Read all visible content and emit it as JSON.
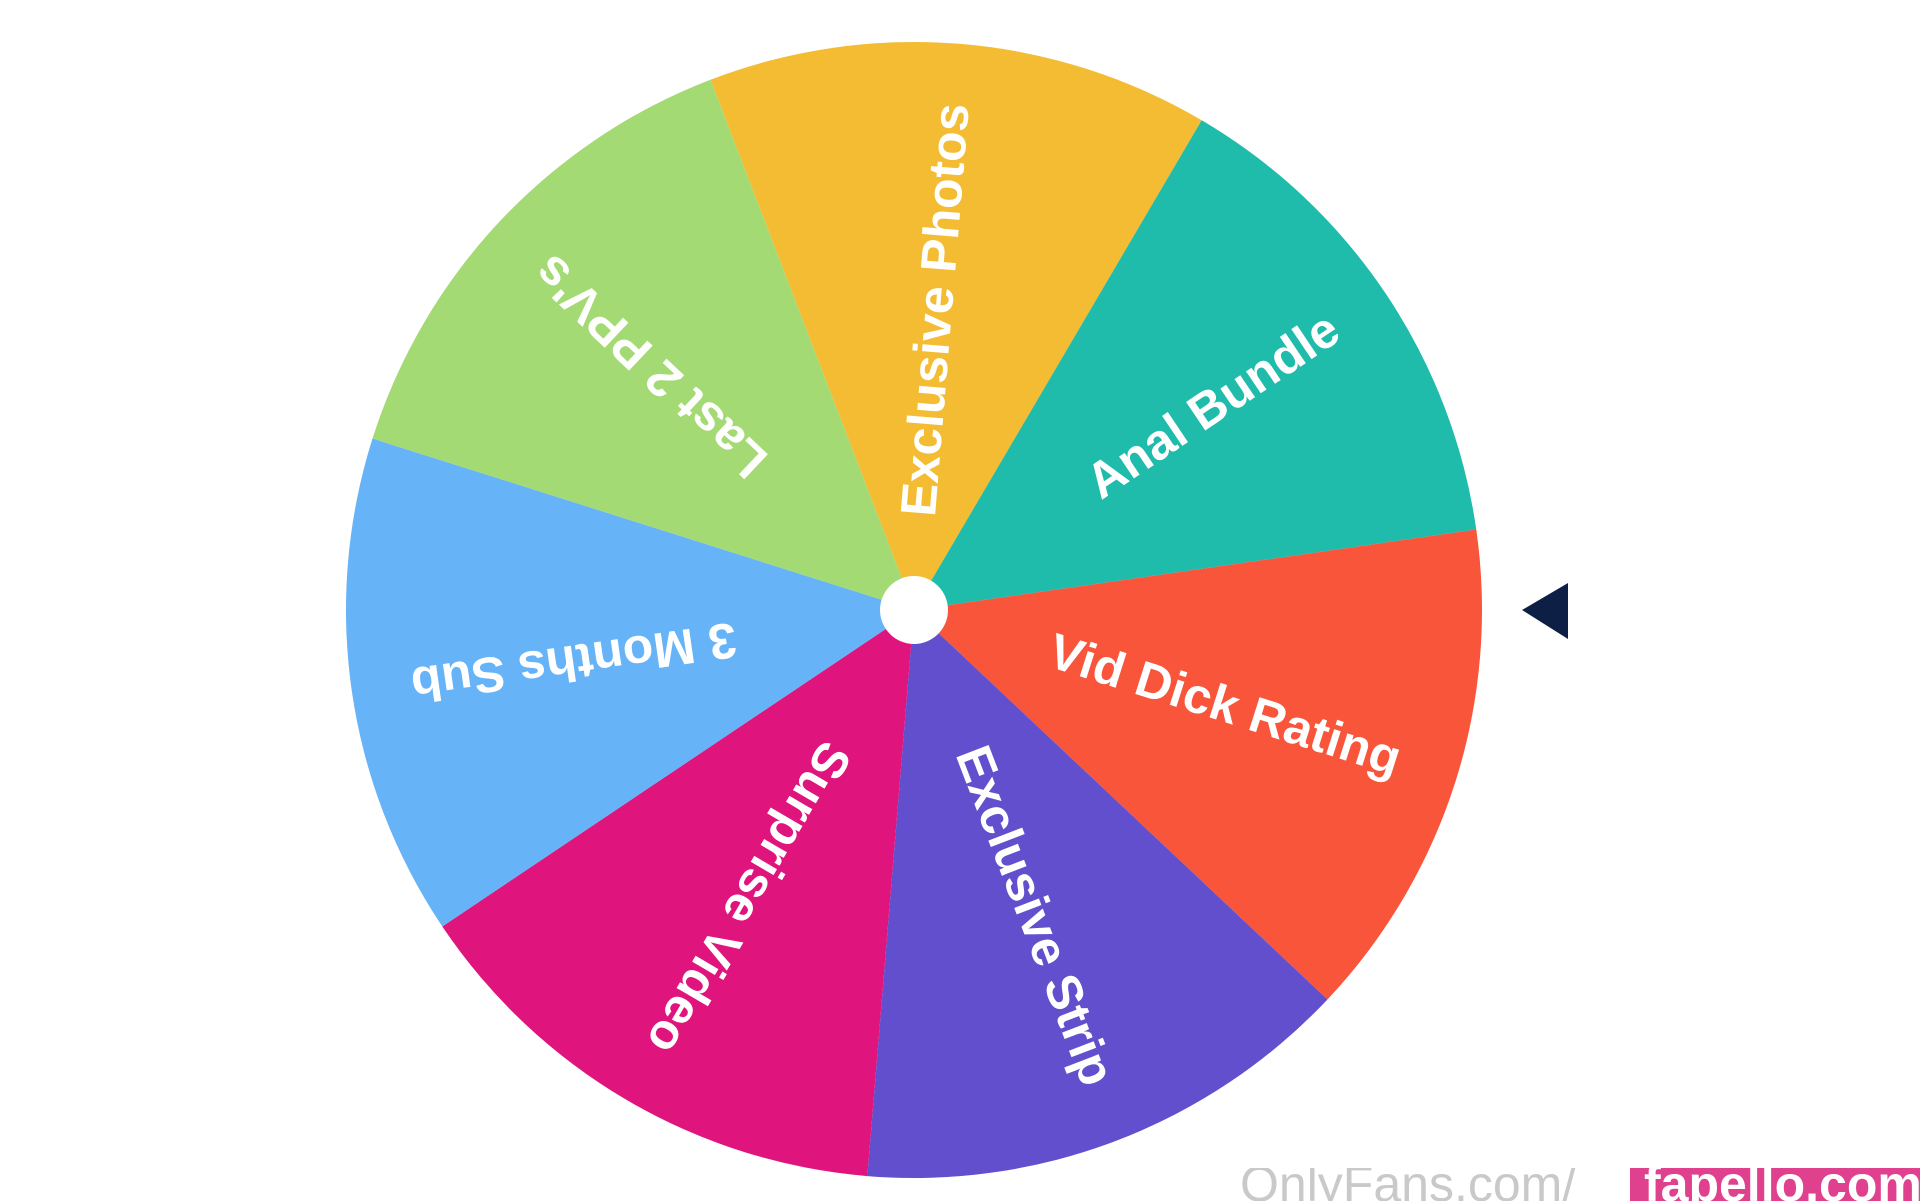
{
  "wheel": {
    "segments": [
      {
        "label": "Exclusive Photos",
        "color": "#f3bc33"
      },
      {
        "label": "Anal Bundle",
        "color": "#1fbbab"
      },
      {
        "label": "Vid Dick Rating",
        "color": "#f8553a"
      },
      {
        "label": "Exclusive Strip",
        "color": "#614fcd"
      },
      {
        "label": "Surprise Video",
        "color": "#df147c"
      },
      {
        "label": "3 Months Sub",
        "color": "#66b3f7"
      },
      {
        "label": "Last 2 PPV's",
        "color": "#a4da74"
      }
    ],
    "hub_color": "#ffffff",
    "pointer_color": "#0d1f45",
    "label_color": "#ffffff"
  },
  "watermark": {
    "left_text": "OnlyFans.com/",
    "right_text": "fapello.com"
  }
}
